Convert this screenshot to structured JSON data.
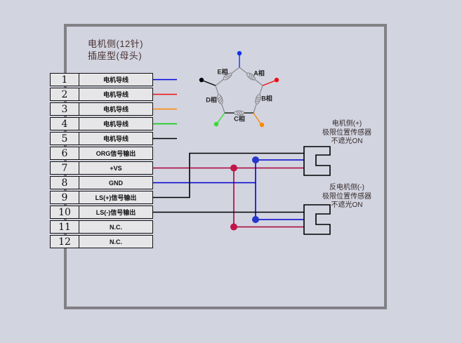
{
  "connector": {
    "title_line1": "电机侧(12针)",
    "title_line2": "插座型(母头)",
    "pins": [
      {
        "no": "1",
        "label": "电机导线",
        "wire_color": "#0000dd"
      },
      {
        "no": "2",
        "label": "电机导线",
        "wire_color": "#ee1111"
      },
      {
        "no": "3",
        "label": "电机导线",
        "wire_color": "#ff8800"
      },
      {
        "no": "4",
        "label": "电机导线",
        "wire_color": "#00cc00"
      },
      {
        "no": "5",
        "label": "电机导线",
        "wire_color": "#000000"
      },
      {
        "no": "6",
        "label": "ORG信号输出",
        "wire_color": ""
      },
      {
        "no": "7",
        "label": "+VS",
        "wire_color": "#aa0038"
      },
      {
        "no": "8",
        "label": "GND",
        "wire_color": "#0000cc"
      },
      {
        "no": "9",
        "label": "LS(+)信号输出",
        "wire_color": "#000000"
      },
      {
        "no": "10",
        "label": "LS(-)信号输出",
        "wire_color": "#000000"
      },
      {
        "no": "11",
        "label": "N.C.",
        "wire_color": ""
      },
      {
        "no": "12",
        "label": "N.C.",
        "wire_color": ""
      }
    ]
  },
  "motor": {
    "phases": [
      {
        "label": "A相"
      },
      {
        "label": "B相"
      },
      {
        "label": "C相"
      },
      {
        "label": "D相"
      },
      {
        "label": "E相"
      }
    ],
    "terminal_colors": {
      "top": "#1133ee",
      "right": "#ee1111",
      "left": "#000000",
      "bottom_left": "#33dd33",
      "bottom_right": "#ff8800"
    }
  },
  "wires": {
    "vs": "#aa0038",
    "gnd": "#0000cc",
    "signal": "#000000",
    "junction_red": "#c21648",
    "junction_blue": "#2636cc"
  },
  "sensors": [
    {
      "line1": "电机侧(+)",
      "line2": "极限位置传感器",
      "line3": "不遮光ON"
    },
    {
      "line1": "反电机侧(-)",
      "line2": "极限位置传感器",
      "line3": "不遮光ON"
    }
  ],
  "colors": {
    "page_bg": "#d2d4e0",
    "frame": "#818186",
    "cell_bg": "#e6e6e8"
  }
}
